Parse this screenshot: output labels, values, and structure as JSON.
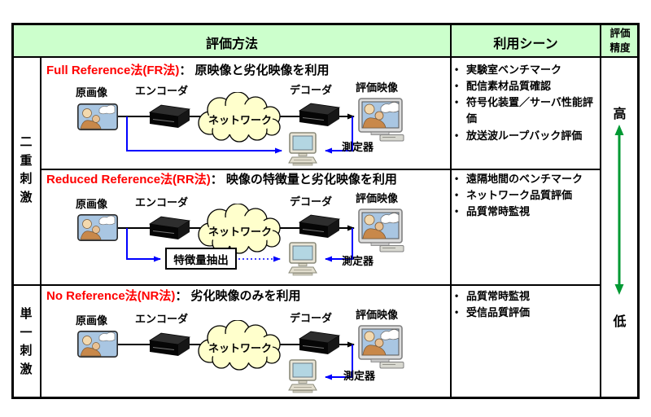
{
  "colors": {
    "header_bg": "#ccffcc",
    "method_name_red": "#ff0000",
    "connector_blue": "#0000ff",
    "accuracy_arrow_green": "#009933",
    "cloud_fill": "#ffffcc"
  },
  "header": {
    "method_col": "評価方法",
    "scene_col": "利用シーン",
    "accuracy_col": "評価精度"
  },
  "stimulus": {
    "double": "二重刺激",
    "single": "単一刺激"
  },
  "accuracy": {
    "high": "高",
    "low": "低"
  },
  "diagram": {
    "source_label": "原画像",
    "encoder_label": "エンコーダ",
    "network_label": "ネットワーク",
    "decoder_label": "デコーダ",
    "output_label": "評価映像",
    "meter_label": "測定器",
    "feature_box_label": "特徴量抽出"
  },
  "methods": [
    {
      "name": "Full Reference法(FR法)",
      "description": "： 原映像と劣化映像を利用",
      "scenes": [
        "実験室ベンチマーク",
        "配信素材品質確認",
        "符号化装置／サーバ性能評価",
        "放送波ループバック評価"
      ]
    },
    {
      "name": "Reduced Reference法(RR法)",
      "description": "： 映像の特徴量と劣化映像を利用",
      "scenes": [
        "遠隔地間のベンチマーク",
        "ネットワーク品質評価",
        "品質常時監視"
      ]
    },
    {
      "name": "No Reference法(NR法)",
      "description": "： 劣化映像のみを利用",
      "scenes": [
        "品質常時監視",
        "受信品質評価"
      ]
    }
  ]
}
